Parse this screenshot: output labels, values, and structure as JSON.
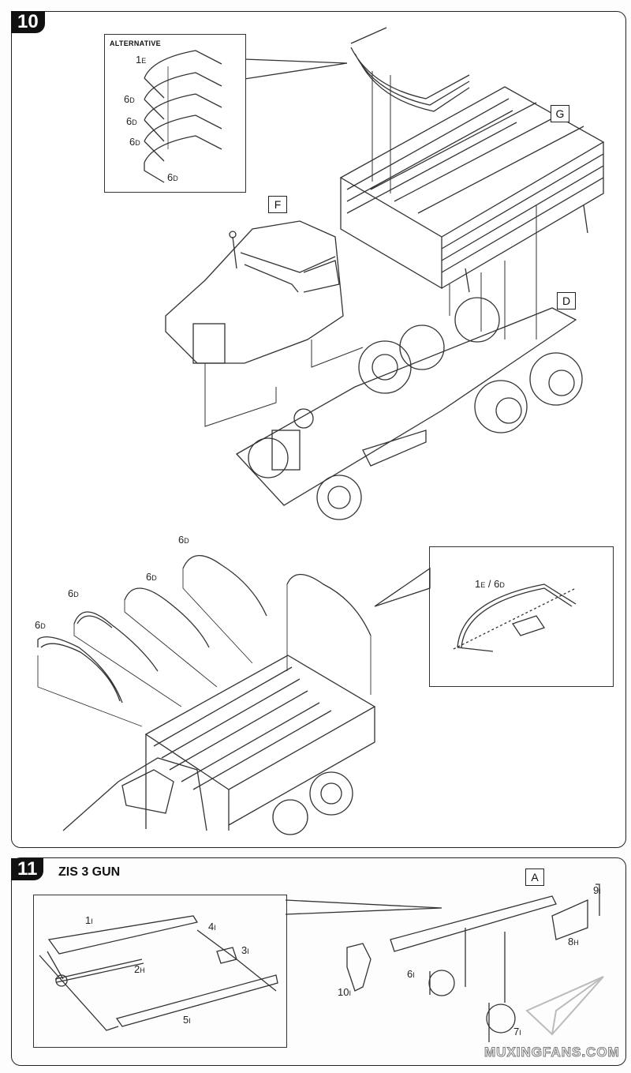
{
  "step10": {
    "number": "10",
    "alternative_box": {
      "heading": "Alternative",
      "labels": [
        {
          "num": "1",
          "sub": "E"
        },
        {
          "num": "6",
          "sub": "D"
        },
        {
          "num": "6",
          "sub": "D"
        },
        {
          "num": "6",
          "sub": "D"
        },
        {
          "num": "6",
          "sub": "D"
        }
      ]
    },
    "assembly_labels": {
      "G": "G",
      "F": "F",
      "D": "D"
    },
    "bow_labels": [
      {
        "num": "6",
        "sub": "D"
      },
      {
        "num": "6",
        "sub": "D"
      },
      {
        "num": "6",
        "sub": "D"
      },
      {
        "num": "6",
        "sub": "D"
      }
    ],
    "detail_label": {
      "num1": "1",
      "sub1": "E",
      "sep": " / ",
      "num2": "6",
      "sub2": "D"
    }
  },
  "step11": {
    "number": "11",
    "title": "ZIS 3 GUN",
    "assembly_label": "A",
    "inset_labels": [
      {
        "num": "1",
        "sub": "I"
      },
      {
        "num": "4",
        "sub": "I"
      },
      {
        "num": "3",
        "sub": "I"
      },
      {
        "num": "2",
        "sub": "H"
      },
      {
        "num": "5",
        "sub": "I"
      }
    ],
    "main_labels": [
      {
        "num": "10",
        "sub": "I"
      },
      {
        "num": "6",
        "sub": "I"
      },
      {
        "num": "7",
        "sub": "I"
      },
      {
        "num": "8",
        "sub": "H"
      },
      {
        "num": "9",
        "sub": "I"
      }
    ]
  },
  "watermark": "MUXINGFANS.COM"
}
